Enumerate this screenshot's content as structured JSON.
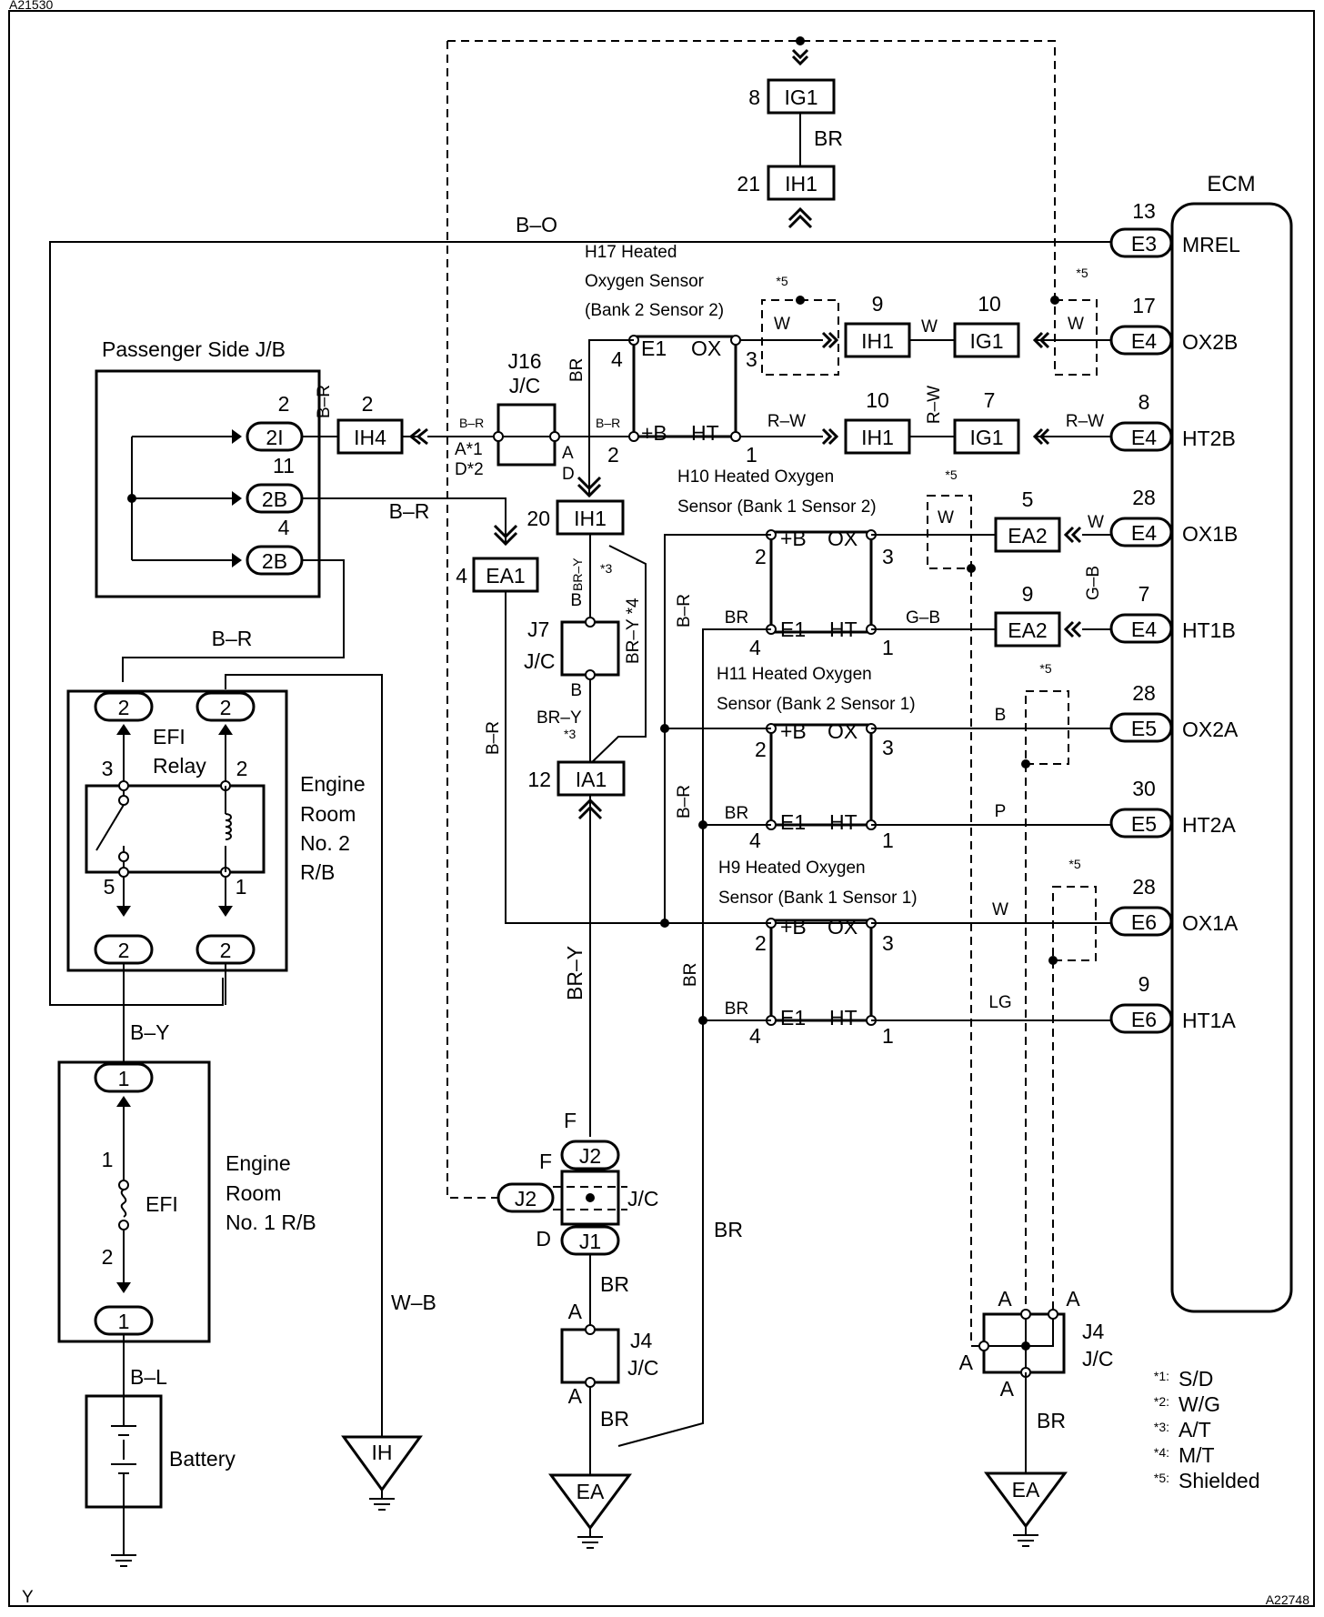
{
  "ids": {
    "top": "A21530",
    "bottom": "A22748",
    "corner": "Y"
  },
  "ecm": {
    "title": "ECM",
    "pins": [
      {
        "num": "13",
        "conn": "E3",
        "name": "MREL"
      },
      {
        "num": "17",
        "conn": "E4",
        "name": "OX2B"
      },
      {
        "num": "8",
        "conn": "E4",
        "name": "HT2B"
      },
      {
        "num": "28",
        "conn": "E4",
        "name": "OX1B"
      },
      {
        "num": "7",
        "conn": "E4",
        "name": "HT1B"
      },
      {
        "num": "28",
        "conn": "E5",
        "name": "OX2A"
      },
      {
        "num": "30",
        "conn": "E5",
        "name": "HT2A"
      },
      {
        "num": "28",
        "conn": "E6",
        "name": "OX1A"
      },
      {
        "num": "9",
        "conn": "E6",
        "name": "HT1A"
      }
    ]
  },
  "sensors": [
    {
      "l1": "H17 Heated",
      "l2": "Oxygen Sensor",
      "l3": "(Bank 2 Sensor 2)"
    },
    {
      "l1": "H10 Heated Oxygen",
      "l2": "Sensor (Bank 1 Sensor 2)"
    },
    {
      "l1": "H11 Heated Oxygen",
      "l2": "Sensor (Bank 2 Sensor 1)"
    },
    {
      "l1": "H9 Heated Oxygen",
      "l2": "Sensor (Bank 1 Sensor 1)"
    }
  ],
  "pins": {
    "e1": "E1",
    "ox": "OX",
    "pb": "+B",
    "ht": "HT",
    "p1": "1",
    "p2": "2",
    "p3": "3",
    "p4": "4"
  },
  "conns": {
    "ig1": "IG1",
    "ih1": "IH1",
    "ih4": "IH4",
    "ea1": "EA1",
    "ea2": "EA2",
    "ia1": "IA1",
    "j2": "J2",
    "j1": "J1",
    "c2i": "2I",
    "c2b": "2B",
    "one": "1",
    "two": "2"
  },
  "nums": {
    "n8": "8",
    "n21": "21",
    "n9": "9",
    "n10": "10",
    "n7": "7",
    "n5": "5",
    "n20": "20",
    "n4": "4",
    "n12": "12",
    "n2": "2",
    "n11": "11",
    "n1": "1",
    "n3": "3"
  },
  "wires": {
    "BR": "BR",
    "BO": "B–O",
    "BR2": "B–R",
    "W": "W",
    "RW": "R–W",
    "GB": "G–B",
    "B": "B",
    "P": "P",
    "LG": "LG",
    "BY": "B–Y",
    "BL": "B–L",
    "WB": "W–B",
    "BRY": "BR–Y",
    "BRY4": "BR–Y *4"
  },
  "labels": {
    "pjb": "Passenger Side J/B",
    "j16": "J16",
    "jc": "J/C",
    "j7": "J7",
    "j4": "J4",
    "efi": "EFI",
    "relay": "Relay",
    "er2": [
      "Engine",
      "Room",
      "No. 2",
      "R/B"
    ],
    "er1": [
      "Engine",
      "Room",
      "No. 1 R/B"
    ],
    "battery": "Battery",
    "gIH": "IH",
    "gEA": "EA",
    "A": "A",
    "B": "B",
    "D": "D",
    "F": "F",
    "s5": "*5",
    "s3": "*3",
    "a1": "A*1",
    "d2": "D*2"
  },
  "notes": [
    {
      "k": "*1:",
      "v": "S/D"
    },
    {
      "k": "*2:",
      "v": "W/G"
    },
    {
      "k": "*3:",
      "v": "A/T"
    },
    {
      "k": "*4:",
      "v": "M/T"
    },
    {
      "k": "*5:",
      "v": "Shielded"
    }
  ]
}
